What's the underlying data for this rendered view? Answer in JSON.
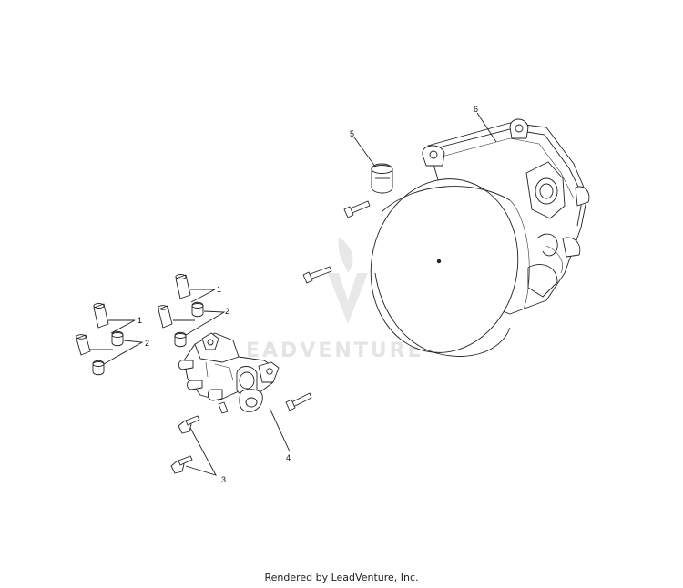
{
  "callouts": {
    "c1_left": "1",
    "c2_left": "2",
    "c1_right": "1",
    "c2_right": "2",
    "c3": "3",
    "c4": "4",
    "c5": "5",
    "c6": "6"
  },
  "watermark": {
    "text": "EADVENTURE"
  },
  "footer": {
    "text": "Rendered by LeadVenture, Inc."
  },
  "colors": {
    "line": "#222222",
    "watermark": "#e4e4e4"
  }
}
